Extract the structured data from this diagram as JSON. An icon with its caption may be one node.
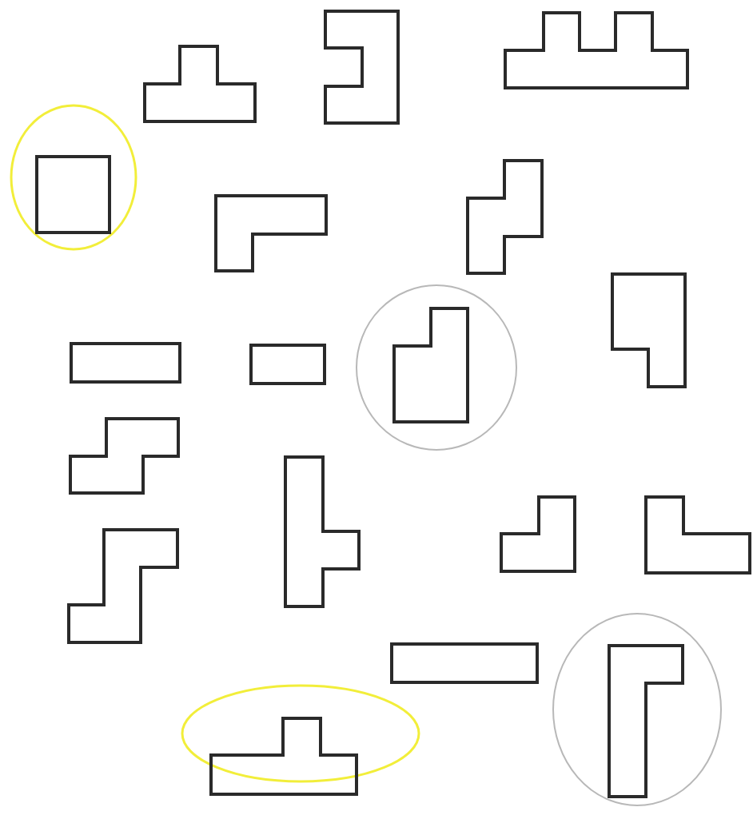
{
  "diagram": {
    "nodes": [
      {
        "text": [],
        "shape": "polyomino"
      },
      {
        "text": [],
        "shape": "polyomino"
      },
      {
        "text": [],
        "shape": "polyomino"
      },
      {
        "text": [],
        "shape": "box"
      },
      {
        "text": [],
        "shape": "polyomino"
      },
      {
        "text": [],
        "shape": "polyomino"
      },
      {
        "text": [],
        "shape": "box"
      },
      {
        "text": [],
        "shape": "box"
      },
      {
        "text": [],
        "shape": "polyomino"
      },
      {
        "text": [],
        "shape": "polyomino"
      },
      {
        "text": [],
        "shape": "polyomino"
      },
      {
        "text": [],
        "shape": "polyomino"
      },
      {
        "text": [],
        "shape": "polyomino"
      },
      {
        "text": [],
        "shape": "polyomino"
      },
      {
        "text": [],
        "shape": "polyomino"
      },
      {
        "text": [],
        "shape": "box"
      },
      {
        "text": [],
        "shape": "polyomino"
      },
      {
        "text": [],
        "shape": "polyomino"
      }
    ]
  }
}
